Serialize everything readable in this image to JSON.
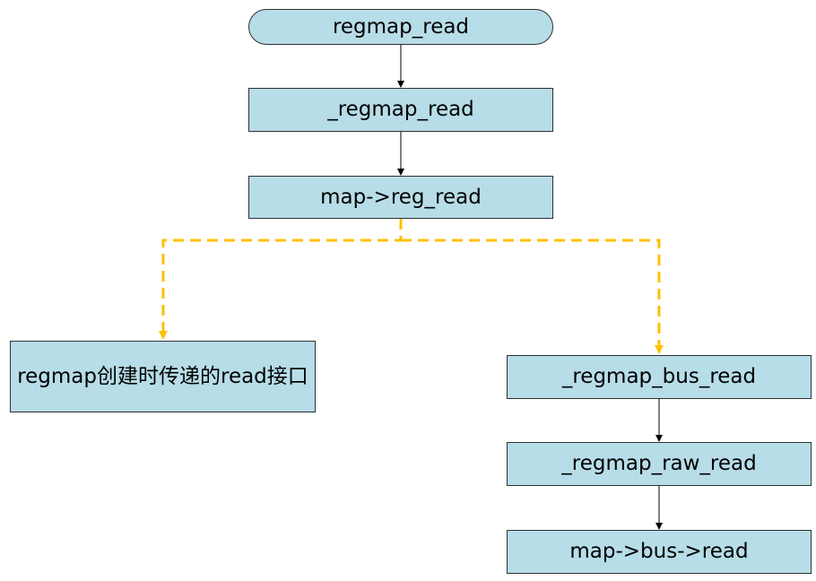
{
  "diagram": {
    "type": "flowchart",
    "nodes": {
      "start": "regmap_read",
      "n1": "_regmap_read",
      "n2": "map->reg_read",
      "left": "regmap创建时传递的read接口",
      "r1": "_regmap_bus_read",
      "r2": "_regmap_raw_read",
      "r3": "map->bus->read"
    },
    "edges": [
      {
        "from": "start",
        "to": "n1",
        "style": "solid"
      },
      {
        "from": "n1",
        "to": "n2",
        "style": "solid"
      },
      {
        "from": "n2",
        "to": "left",
        "style": "dashed"
      },
      {
        "from": "n2",
        "to": "r1",
        "style": "dashed"
      },
      {
        "from": "r1",
        "to": "r2",
        "style": "solid"
      },
      {
        "from": "r2",
        "to": "r3",
        "style": "solid"
      }
    ],
    "colors": {
      "node_fill": "#b7dde8",
      "node_border": "#2f2f2f",
      "solid_edge": "#000000",
      "dashed_edge": "#ffc000"
    }
  }
}
